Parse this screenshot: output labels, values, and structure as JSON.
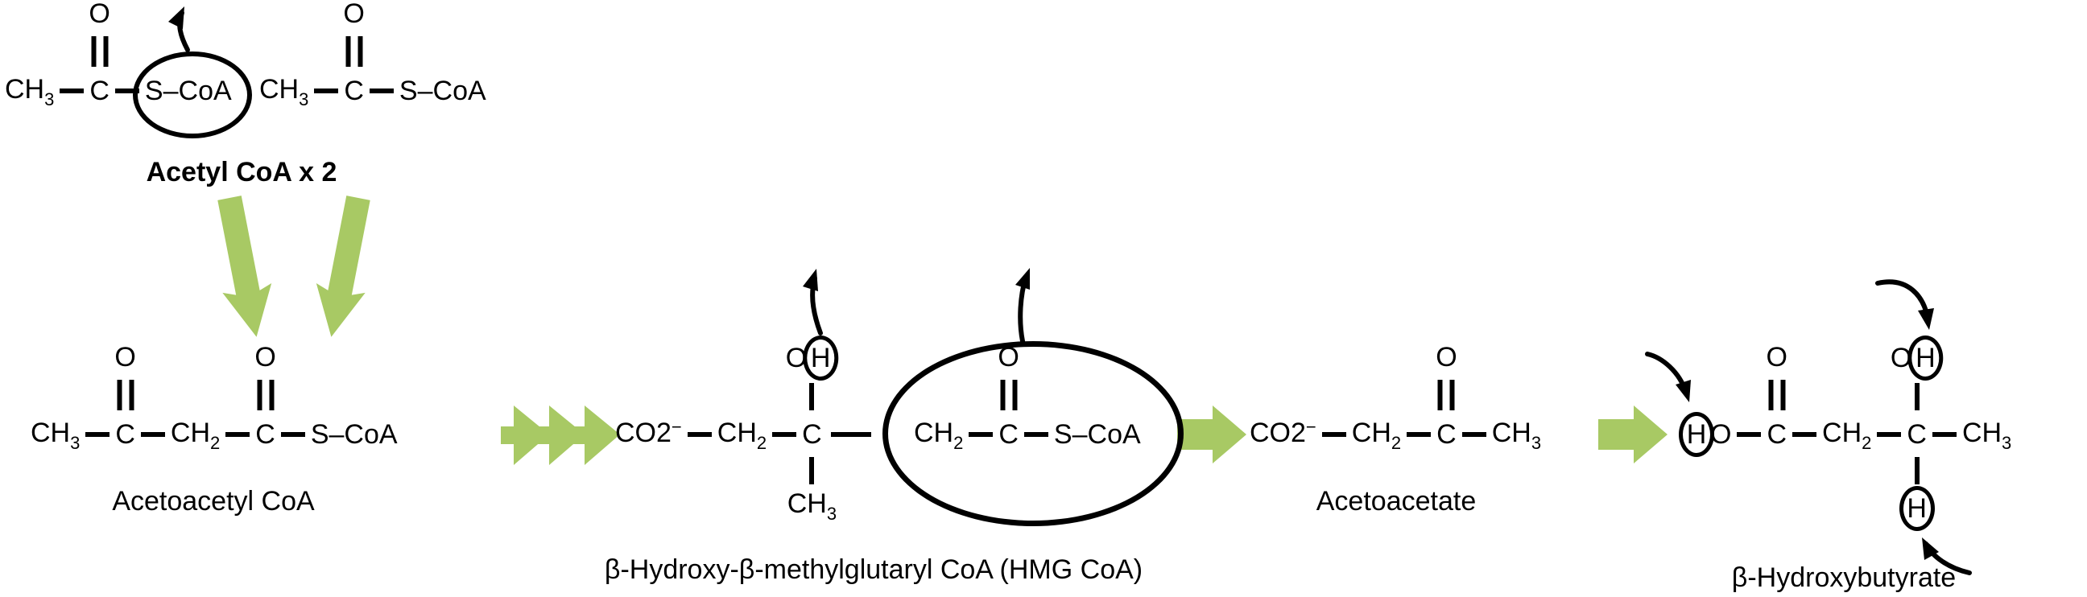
{
  "figure": {
    "background": "#ffffff",
    "ink_color": "#000000",
    "arrow_green": "#a8c964",
    "description": "Ketone body synthesis pathway diagram"
  },
  "atoms": {
    "ch": "CH",
    "sub2": "2",
    "sub3": "3",
    "c": "C",
    "o": "O",
    "h": "H",
    "s_coa": "S–CoA",
    "co2": "CO2",
    "sup_minus": "−"
  },
  "molecules": {
    "acetyl_coa": {
      "label": "Acetyl CoA x 2",
      "formula": "CH3–C(=O)–S–CoA (x2)"
    },
    "acetoacetyl_coa": {
      "label": "Acetoacetyl CoA",
      "formula": "CH3–C(=O)–CH2–C(=O)–S–CoA"
    },
    "hmg_coa": {
      "label": "β-Hydroxy-β-methylglutaryl CoA (HMG CoA)",
      "formula": "CO2−–CH2–C(OH)(CH3)–CH2–C(=O)–S–CoA"
    },
    "acetoacetate": {
      "label": "Acetoacetate",
      "formula": "CO2−–CH2–C(=O)–CH3"
    },
    "beta_hydroxybutyrate": {
      "label": "β-Hydroxybutyrate",
      "formula": "HO–C(=O)–CH2–C(OH)(H)–CH3"
    }
  }
}
